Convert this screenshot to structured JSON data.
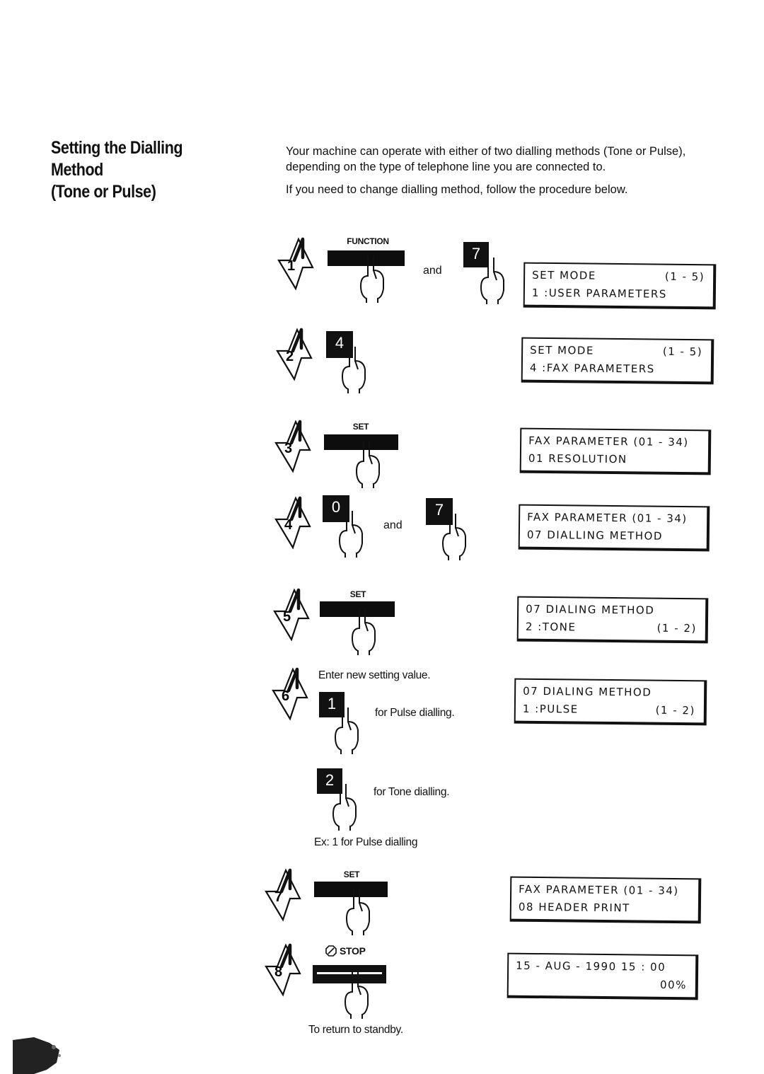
{
  "heading": [
    "Setting the Dialling Method",
    "(Tone or Pulse)"
  ],
  "intro": [
    "Your machine can operate with either of two dialling methods (Tone or Pulse), depending on the type of telephone line you are connected to.",
    "If you need to change dialling method, follow the procedure below."
  ],
  "steps": [
    {
      "n": "1",
      "key_label": "FUNCTION",
      "joiner": "and",
      "numkey": "7",
      "lcd": {
        "line1": "SET  MODE",
        "line1_right": "(1 - 5)",
        "line2": "1 :USER  PARAMETERS",
        "line2_right": ""
      }
    },
    {
      "n": "2",
      "numkey": "4",
      "lcd": {
        "line1": "SET  MODE",
        "line1_right": "(1 - 5)",
        "line2": "4 :FAX  PARAMETERS",
        "line2_right": ""
      }
    },
    {
      "n": "3",
      "key_label": "SET",
      "lcd": {
        "line1": "FAX  PARAMETER  (01 - 34)",
        "line1_right": "",
        "line2": "01  RESOLUTION",
        "line2_right": ""
      }
    },
    {
      "n": "4",
      "numkey": "0",
      "joiner": "and",
      "numkey2": "7",
      "lcd": {
        "line1": "FAX  PARAMETER  (01 - 34)",
        "line1_right": "",
        "line2": "07  DIALLING  METHOD",
        "line2_right": ""
      }
    },
    {
      "n": "5",
      "key_label": "SET",
      "lcd": {
        "line1": "07  DIALING  METHOD",
        "line1_right": "",
        "line2": "2 :TONE",
        "line2_right": "(1 - 2)"
      }
    },
    {
      "n": "6",
      "instruction": "Enter new setting value.",
      "numkey": "1",
      "numkey_note": "for Pulse dialling.",
      "numkey2": "2",
      "numkey2_note": "for Tone dialling.",
      "example": "Ex: 1 for Pulse dialling",
      "lcd": {
        "line1": "07  DIALING  METHOD",
        "line1_right": "",
        "line2": "1 :PULSE",
        "line2_right": "(1 - 2)"
      }
    },
    {
      "n": "7",
      "key_label": "SET",
      "lcd": {
        "line1": "FAX  PARAMETER  (01 - 34)",
        "line1_right": "",
        "line2": "08  HEADER  PRINT",
        "line2_right": ""
      }
    },
    {
      "n": "8",
      "key_label": "STOP",
      "footer": "To return to standby.",
      "lcd": {
        "line1": "15 - AUG - 1990  15 : 00",
        "line1_right": "",
        "line2": "",
        "line2_right": "00%"
      }
    }
  ]
}
